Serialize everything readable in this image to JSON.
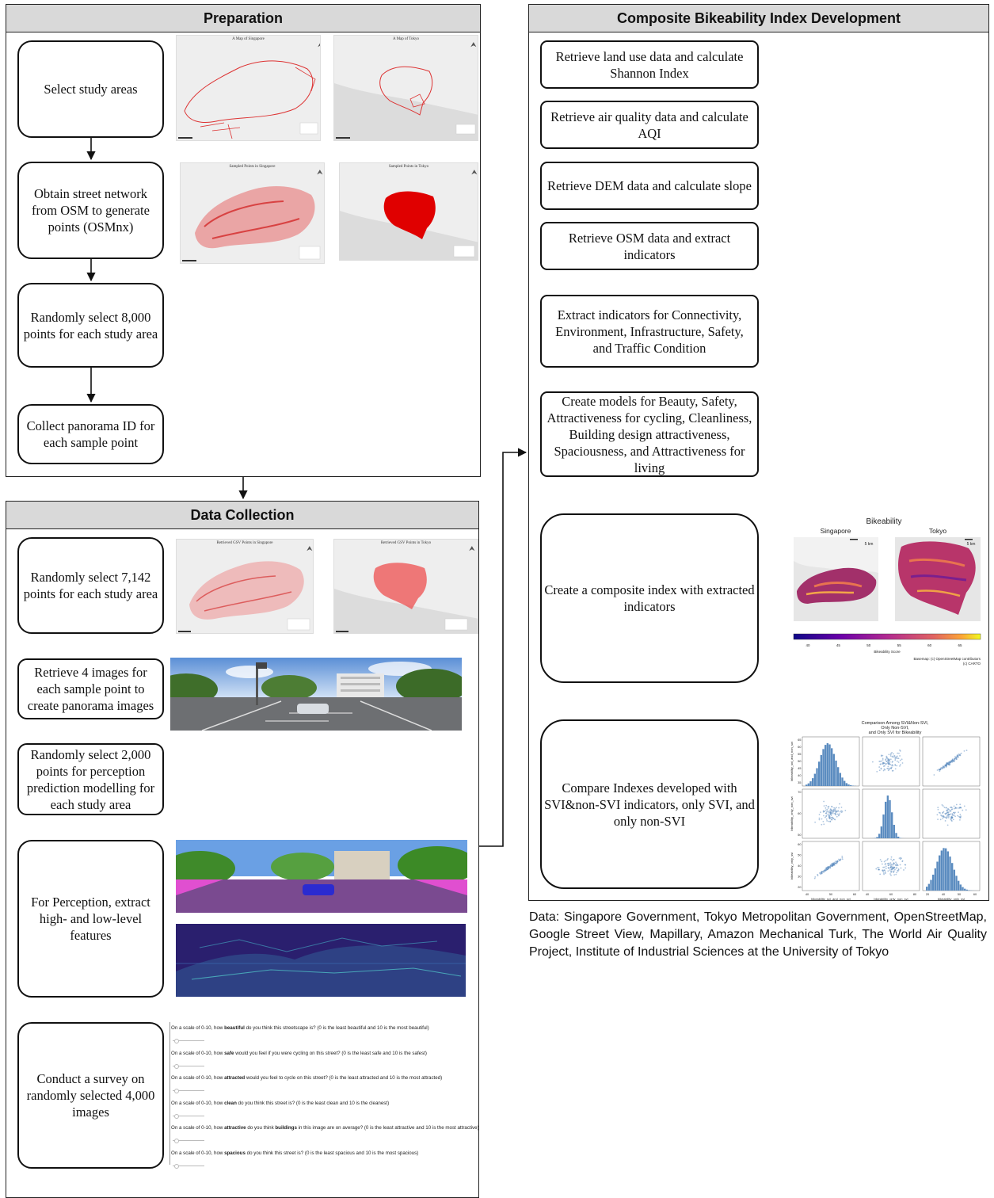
{
  "panels": {
    "preparation": "Preparation",
    "data_collection": "Data Collection",
    "composite": "Composite Bikeability Index Development"
  },
  "preparation_steps": [
    "Select study areas",
    "Obtain street network from OSM to generate points (OSMnx)",
    "Randomly select 8,000 points for each study area",
    "Collect panorama ID for each sample point"
  ],
  "collection_steps": [
    "Randomly select 7,142 points for each study area",
    "Retrieve 4 images for each sample point to create panorama images",
    "Randomly select 2,000 points for perception prediction modelling for each study area",
    "For Perception, extract high- and low-level features",
    "Conduct a survey on randomly selected 4,000 images"
  ],
  "composite_steps": [
    "Retrieve land use data and calculate Shannon Index",
    "Retrieve air quality data and calculate AQI",
    "Retrieve DEM data and calculate slope",
    "Retrieve OSM data and extract indicators",
    "Extract indicators for Connectivity, Environment, Infrastructure, Safety, and Traffic Condition",
    "Create models for Beauty, Safety, Attractiveness for cycling, Cleanliness, Building design attractiveness, Spaciousness, and Attractiveness for living",
    "Create a composite index with extracted indicators",
    "Compare Indexes developed with SVI&non-SVI indicators, only SVI, and only non-SVI"
  ],
  "map_titles": {
    "sg_map": "A Map of Singapore",
    "tk_map": "A Map of Tokyo",
    "sg_sampled": "Sampled Points in Singapore",
    "tk_sampled": "Sampled Points in Tokyo",
    "sg_gsv": "Retrieved GSV Points in Singapore",
    "tk_gsv": "Retrieved GSV Points in Tokyo"
  },
  "survey": [
    {
      "pre": "On a scale of 0-10, how ",
      "key": "beautiful",
      "mid": "",
      "key2": "",
      "post": " do you think this streetscape is? (0 is the least beautiful and 10 is the most beautiful)"
    },
    {
      "pre": "On a scale of 0-10, how ",
      "key": "safe",
      "mid": "",
      "key2": "",
      "post": " would you feel if you were cycling on this street? (0 is the least safe and 10 is the safest)"
    },
    {
      "pre": "On a scale of 0-10, how ",
      "key": "attracted",
      "mid": "",
      "key2": "",
      "post": " would you feel to cycle on this street? (0 is the least attracted and 10 is the most attracted)"
    },
    {
      "pre": "On a scale of 0-10, how ",
      "key": "clean",
      "mid": "",
      "key2": "",
      "post": " do you think this street is? (0 is the least clean and 10 is the cleanest)"
    },
    {
      "pre": "On a scale of 0-10, how ",
      "key": "attractive",
      "mid": " do you think ",
      "key2": "buildings",
      "post": " in this image are on average? (0 is the least attractive and 10 is the most attractive)"
    },
    {
      "pre": "On a scale of 0-10, how ",
      "key": "spacious",
      "mid": "",
      "key2": "",
      "post": " do you think this street is? (0 is the least spacious and 10 is the most spacious)"
    }
  ],
  "bikeability_map": {
    "title": "Bikeability",
    "left_label": "Singapore",
    "right_label": "Tokyo",
    "scale_left": "5 km",
    "scale_right": "5 km",
    "colorbar_ticks": [
      "40",
      "45",
      "50",
      "55",
      "60",
      "65"
    ],
    "colorbar_label": "Bikeability Score",
    "attribution_1": "Basemap: (c) OpenStreetMap contributors",
    "attribution_2": "(c) CARTO"
  },
  "chart_data": {
    "type": "scatter",
    "title": "Comparison Among SVI&Non-SVI, Only Non-SVI, and Only SVI for Bikeability",
    "variables": [
      "bikeability_svi_and_non_svi",
      "bikeability_only_non_svi",
      "bikeability_only_svi"
    ],
    "panel_types": [
      [
        "histogram",
        "scatter",
        "scatter"
      ],
      [
        "scatter",
        "histogram",
        "scatter"
      ],
      [
        "scatter",
        "scatter",
        "histogram"
      ]
    ],
    "y_ticks": [
      [
        "35",
        "40",
        "45",
        "50",
        "55",
        "60",
        "65"
      ],
      [
        "50",
        "60",
        "70"
      ],
      [
        "20",
        "30",
        "40",
        "50",
        "60"
      ]
    ],
    "x_ticks": [
      [
        "40",
        "50",
        "60"
      ],
      [
        "40",
        "60",
        "80"
      ],
      [
        "20",
        "40",
        "50",
        "60"
      ]
    ],
    "color": "#5b8cc0"
  },
  "source_text": "Data: Singapore Government, Tokyo Metropolitan Government, OpenStreetMap, Google Street View, Mapillary, Amazon Mechanical Turk, The World Air Quality Project, Institute of Industrial Sciences at the University of Tokyo"
}
